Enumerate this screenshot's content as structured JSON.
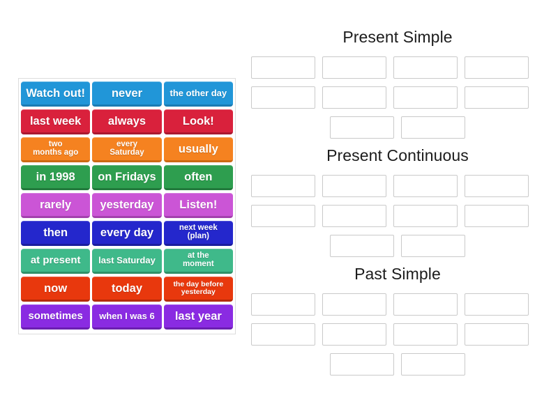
{
  "page": {
    "background": "#ffffff",
    "title": "Group sort activity"
  },
  "tiles_panel": {
    "border_color": "#dcdcdc",
    "columns": 3,
    "rows": 9,
    "tiles": [
      {
        "label": "Watch out!",
        "color": "#2196d8",
        "shade": "#1b7bb3",
        "size": "s-lg"
      },
      {
        "label": "never",
        "color": "#2196d8",
        "shade": "#1b7bb3",
        "size": "s-lg"
      },
      {
        "label": "the other day",
        "color": "#2196d8",
        "shade": "#1b7bb3",
        "size": "s-sm"
      },
      {
        "label": "last week",
        "color": "#d9213c",
        "shade": "#aa1830",
        "size": "s-lg"
      },
      {
        "label": "always",
        "color": "#d9213c",
        "shade": "#aa1830",
        "size": "s-lg"
      },
      {
        "label": "Look!",
        "color": "#d9213c",
        "shade": "#aa1830",
        "size": "s-lg"
      },
      {
        "label": "two\nmonths ago",
        "color": "#f58220",
        "shade": "#cc6a13",
        "size": "s-xs"
      },
      {
        "label": "every\nSaturday",
        "color": "#f58220",
        "shade": "#cc6a13",
        "size": "s-xs"
      },
      {
        "label": "usually",
        "color": "#f58220",
        "shade": "#cc6a13",
        "size": "s-lg"
      },
      {
        "label": "in 1998",
        "color": "#2e9e4f",
        "shade": "#227a3c",
        "size": "s-lg"
      },
      {
        "label": "on Fridays",
        "color": "#2e9e4f",
        "shade": "#227a3c",
        "size": "s-lg"
      },
      {
        "label": "often",
        "color": "#2e9e4f",
        "shade": "#227a3c",
        "size": "s-lg"
      },
      {
        "label": "rarely",
        "color": "#cb55d6",
        "shade": "#a340ad",
        "size": "s-lg"
      },
      {
        "label": "yesterday",
        "color": "#cb55d6",
        "shade": "#a340ad",
        "size": "s-lg"
      },
      {
        "label": "Listen!",
        "color": "#cb55d6",
        "shade": "#a340ad",
        "size": "s-lg"
      },
      {
        "label": "then",
        "color": "#2427cc",
        "shade": "#1a1d9e",
        "size": "s-lg"
      },
      {
        "label": "every day",
        "color": "#2427cc",
        "shade": "#1a1d9e",
        "size": "s-lg"
      },
      {
        "label": "next week\n(plan)",
        "color": "#2427cc",
        "shade": "#1a1d9e",
        "size": "s-xs"
      },
      {
        "label": "at present",
        "color": "#3fb98a",
        "shade": "#2f9168",
        "size": "s-md"
      },
      {
        "label": "last Saturday",
        "color": "#3fb98a",
        "shade": "#2f9168",
        "size": "s-sm"
      },
      {
        "label": "at the\nmoment",
        "color": "#3fb98a",
        "shade": "#2f9168",
        "size": "s-xs"
      },
      {
        "label": "now",
        "color": "#e8380d",
        "shade": "#b52b09",
        "size": "s-lg"
      },
      {
        "label": "today",
        "color": "#e8380d",
        "shade": "#b52b09",
        "size": "s-lg"
      },
      {
        "label": "the day before\nyesterday",
        "color": "#e8380d",
        "shade": "#b52b09",
        "size": "s-xxs"
      },
      {
        "label": "sometimes",
        "color": "#8a2be2",
        "shade": "#6b1fb0",
        "size": "s-md"
      },
      {
        "label": "when I was 6",
        "color": "#8a2be2",
        "shade": "#6b1fb0",
        "size": "s-sm"
      },
      {
        "label": "last year",
        "color": "#8a2be2",
        "shade": "#6b1fb0",
        "size": "s-lg"
      }
    ]
  },
  "groups": [
    {
      "id": "present-simple",
      "title": "Present Simple",
      "slot_rows": [
        4,
        4,
        2
      ],
      "slot_count": 10
    },
    {
      "id": "present-continuous",
      "title": "Present Continuous",
      "slot_rows": [
        4,
        4,
        2
      ],
      "slot_count": 10
    },
    {
      "id": "past-simple",
      "title": "Past Simple",
      "slot_rows": [
        4,
        4,
        2
      ],
      "slot_count": 10
    }
  ],
  "colors": {
    "slot_border": "#c9c9c9",
    "panel_border": "#dcdcdc",
    "title_text": "#1c1c1c",
    "tile_text": "#ffffff"
  }
}
